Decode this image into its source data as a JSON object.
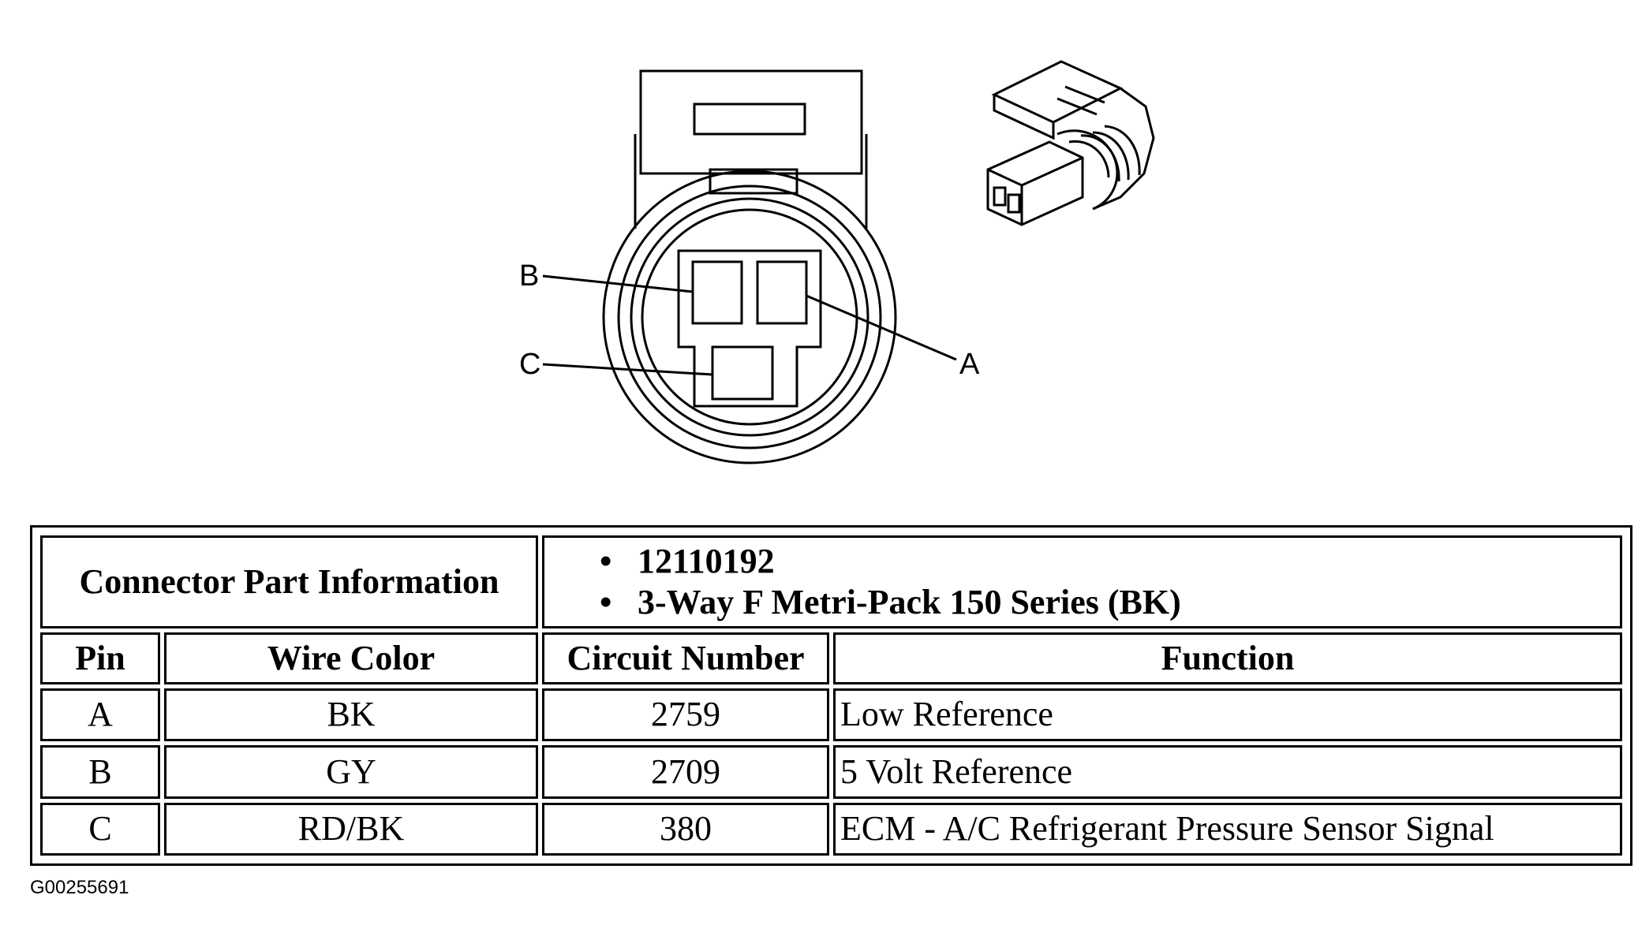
{
  "diagram": {
    "pin_labels": [
      "A",
      "B",
      "C"
    ]
  },
  "table": {
    "part_info_label": "Connector Part Information",
    "part_info_items": [
      "12110192",
      "3-Way F Metri-Pack 150 Series (BK)"
    ],
    "columns": [
      "Pin",
      "Wire Color",
      "Circuit Number",
      "Function"
    ],
    "rows": [
      {
        "pin": "A",
        "wire_color": "BK",
        "circuit": "2759",
        "function": "Low Reference"
      },
      {
        "pin": "B",
        "wire_color": "GY",
        "circuit": "2709",
        "function": "5 Volt Reference"
      },
      {
        "pin": "C",
        "wire_color": "RD/BK",
        "circuit": "380",
        "function": "ECM - A/C Refrigerant Pressure Sensor Signal"
      }
    ]
  },
  "figure_id": "G00255691"
}
